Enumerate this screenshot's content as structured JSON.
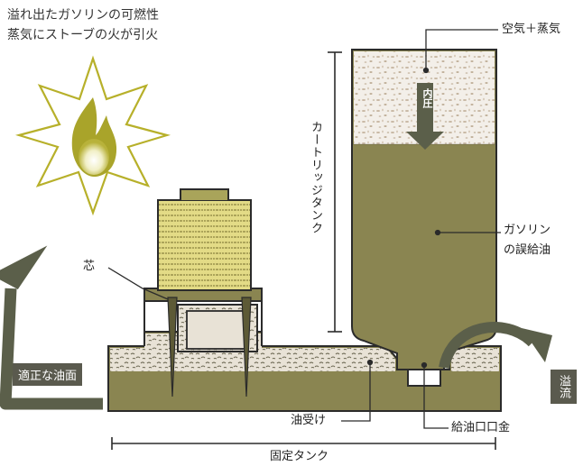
{
  "title": {
    "line1": "溢れ出たガソリンの可燃性",
    "line2": "蒸気にストーブの火が引火"
  },
  "labels": {
    "air_vapor": "空気＋蒸気",
    "internal_pressure": "内圧",
    "cartridge_tank": "カートリッジタンク",
    "gasoline_line1": "ガソリン",
    "gasoline_line2": "の誤給油",
    "wick": "芯",
    "proper_oil_level": "適正な油面",
    "overflow": "溢流",
    "oil_receiver": "油受け",
    "fill_cap": "給油口口金",
    "fixed_tank": "固定タンク"
  },
  "colors": {
    "olive_liquid": "#8a8551",
    "dark_outline": "#2b2b2b",
    "arrow_gray": "#5b5f4a",
    "wick_yellow": "#d8cf6d",
    "flame_yellow": "#c9c43a",
    "label_box": "#5a5a4e"
  }
}
